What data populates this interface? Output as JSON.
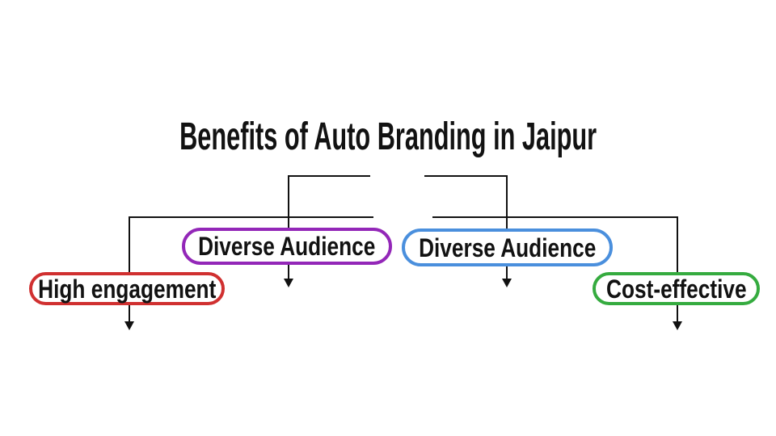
{
  "title": "Benefits of Auto Branding in Jaipur",
  "diagram": {
    "type": "tree",
    "line_color": "#111111",
    "nodes": [
      {
        "label": "High engagement",
        "color": "#d03030"
      },
      {
        "label": "Diverse Audience",
        "color": "#9327b8"
      },
      {
        "label": "Diverse Audience",
        "color": "#4a8fdd"
      },
      {
        "label": "Cost-effective",
        "color": "#35ab3f"
      }
    ]
  }
}
